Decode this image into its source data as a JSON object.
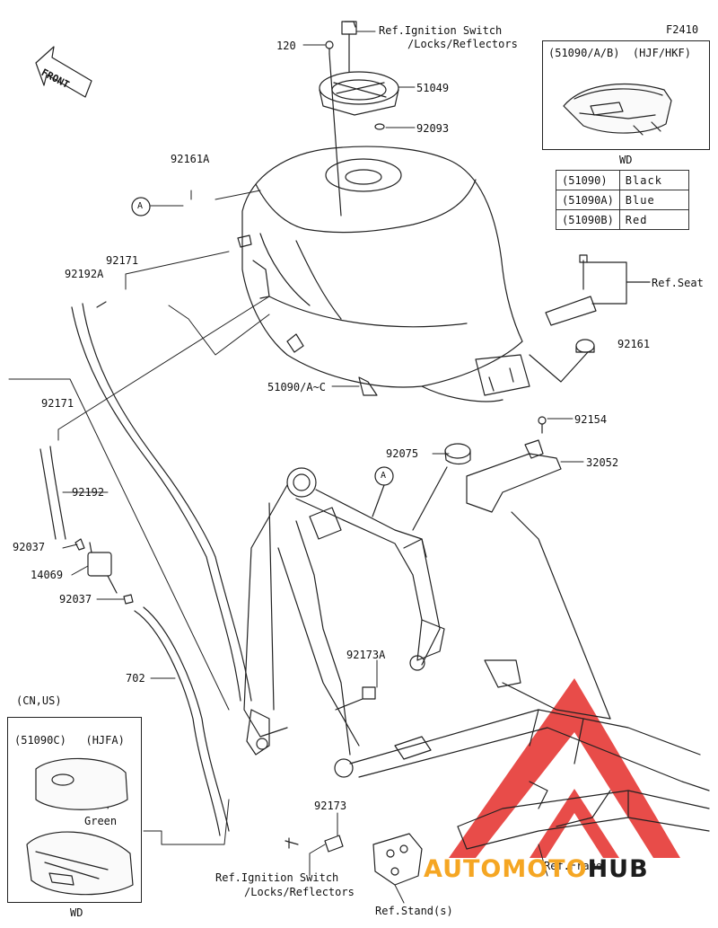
{
  "figure_id": "F2410",
  "front_label": "FRONT",
  "callouts": {
    "ref_ignition_top": [
      "Ref.Ignition Switch",
      "/Locks/Reflectors"
    ],
    "part_120": "120",
    "part_51049": "51049",
    "part_92093": "92093",
    "part_92161A": "92161A",
    "circle_a": "A",
    "part_92171_upper": "92171",
    "part_92192A": "92192A",
    "ref_seat": "Ref.Seat",
    "part_92161": "92161",
    "part_51090": "51090/A~C",
    "part_92154": "92154",
    "part_92075": "92075",
    "part_32052": "32052",
    "part_92171_lower": "92171",
    "part_92192": "92192",
    "part_92037_upper": "92037",
    "part_14069": "14069",
    "part_92037_lower": "92037",
    "part_702": "702",
    "region_cn_us": "(CN,US)",
    "part_92173A": "92173A",
    "part_92173": "92173",
    "ref_ignition_bottom": [
      "Ref.Ignition Switch",
      "/Locks/Reflectors"
    ],
    "ref_stand": "Ref.Stand(s)",
    "ref_frame": "Ref.Frame"
  },
  "inset_top": {
    "header": "(51090/A/B)  (HJF/HKF)",
    "footer": "WD"
  },
  "inset_bottom": {
    "header": "(51090C)   (HJFA)",
    "color": "Green",
    "footer": "WD"
  },
  "color_table": [
    {
      "code": "(51090)",
      "color": "Black"
    },
    {
      "code": "(51090A)",
      "color": "Blue"
    },
    {
      "code": "(51090B)",
      "color": "Red"
    }
  ],
  "watermark": {
    "part1": "AUTOMOTO",
    "part2": "HUB",
    "color1": "#f5a623",
    "color2": "#1d1d1d",
    "logo_color": "#e53935"
  }
}
